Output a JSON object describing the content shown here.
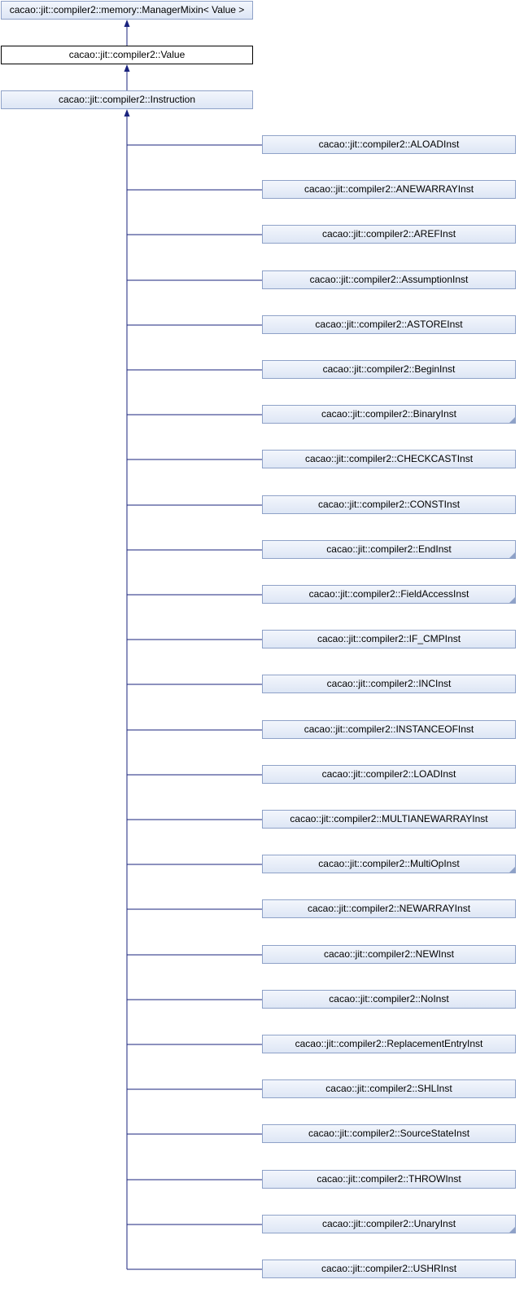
{
  "colors": {
    "edge": "#1a237e",
    "node_fill": "#e6ecf7",
    "node_border": "#8fa2c8",
    "current_border": "#000000"
  },
  "ancestors": [
    {
      "label": "cacao::jit::compiler2::memory::ManagerMixin< Value >",
      "current": false
    },
    {
      "label": "cacao::jit::compiler2::Value",
      "current": true
    },
    {
      "label": "cacao::jit::compiler2::Instruction",
      "current": false
    }
  ],
  "children": [
    {
      "label": "cacao::jit::compiler2::ALOADInst",
      "has_more": false
    },
    {
      "label": "cacao::jit::compiler2::ANEWARRAYInst",
      "has_more": false
    },
    {
      "label": "cacao::jit::compiler2::AREFInst",
      "has_more": false
    },
    {
      "label": "cacao::jit::compiler2::AssumptionInst",
      "has_more": false
    },
    {
      "label": "cacao::jit::compiler2::ASTOREInst",
      "has_more": false
    },
    {
      "label": "cacao::jit::compiler2::BeginInst",
      "has_more": false
    },
    {
      "label": "cacao::jit::compiler2::BinaryInst",
      "has_more": true
    },
    {
      "label": "cacao::jit::compiler2::CHECKCASTInst",
      "has_more": false
    },
    {
      "label": "cacao::jit::compiler2::CONSTInst",
      "has_more": false
    },
    {
      "label": "cacao::jit::compiler2::EndInst",
      "has_more": true
    },
    {
      "label": "cacao::jit::compiler2::FieldAccessInst",
      "has_more": true
    },
    {
      "label": "cacao::jit::compiler2::IF_CMPInst",
      "has_more": false
    },
    {
      "label": "cacao::jit::compiler2::INCInst",
      "has_more": false
    },
    {
      "label": "cacao::jit::compiler2::INSTANCEOFInst",
      "has_more": false
    },
    {
      "label": "cacao::jit::compiler2::LOADInst",
      "has_more": false
    },
    {
      "label": "cacao::jit::compiler2::MULTIANEWARRAYInst",
      "has_more": false
    },
    {
      "label": "cacao::jit::compiler2::MultiOpInst",
      "has_more": true
    },
    {
      "label": "cacao::jit::compiler2::NEWARRAYInst",
      "has_more": false
    },
    {
      "label": "cacao::jit::compiler2::NEWInst",
      "has_more": false
    },
    {
      "label": "cacao::jit::compiler2::NoInst",
      "has_more": false
    },
    {
      "label": "cacao::jit::compiler2::ReplacementEntryInst",
      "has_more": false
    },
    {
      "label": "cacao::jit::compiler2::SHLInst",
      "has_more": false
    },
    {
      "label": "cacao::jit::compiler2::SourceStateInst",
      "has_more": false
    },
    {
      "label": "cacao::jit::compiler2::THROWInst",
      "has_more": false
    },
    {
      "label": "cacao::jit::compiler2::UnaryInst",
      "has_more": true
    },
    {
      "label": "cacao::jit::compiler2::USHRInst",
      "has_more": false
    }
  ]
}
